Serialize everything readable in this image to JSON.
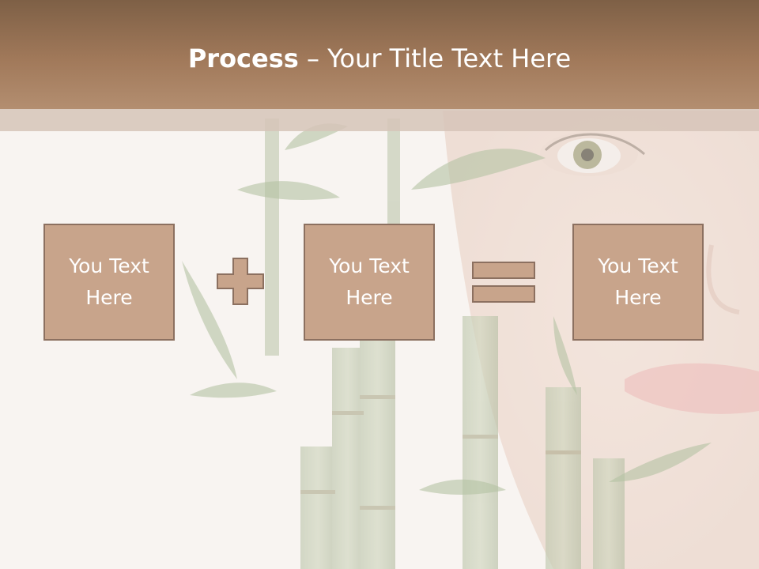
{
  "slide": {
    "title_bold": "Process",
    "title_separator": " – ",
    "title_rest": "Your Title Text Here"
  },
  "process": {
    "boxes": [
      {
        "text": "You Text Here"
      },
      {
        "text": "You Text Here"
      },
      {
        "text": "You Text Here"
      }
    ],
    "operators": [
      "plus-icon",
      "equals-icon"
    ]
  },
  "colors": {
    "header_top": "#7e6046",
    "header_bottom": "#b38e70",
    "box_fill": "#c8a48b",
    "box_border": "#8c7060",
    "text": "#ffffff"
  }
}
